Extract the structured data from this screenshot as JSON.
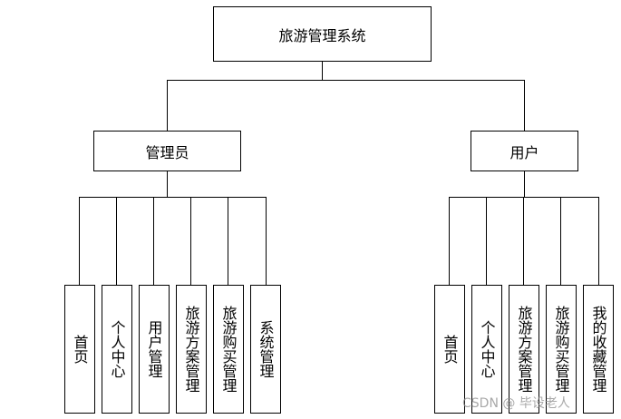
{
  "diagram": {
    "root": "旅游管理系统",
    "roles": [
      {
        "label": "管理员",
        "children": [
          "首页",
          "个人中心",
          "用户管理",
          "旅游方案管理",
          "旅游购买管理",
          "系统管理"
        ]
      },
      {
        "label": "用户",
        "children": [
          "首页",
          "个人中心",
          "旅游方案管理",
          "旅游购买管理",
          "我的收藏管理"
        ]
      }
    ]
  },
  "watermark": "CSDN @ 毕设老人"
}
